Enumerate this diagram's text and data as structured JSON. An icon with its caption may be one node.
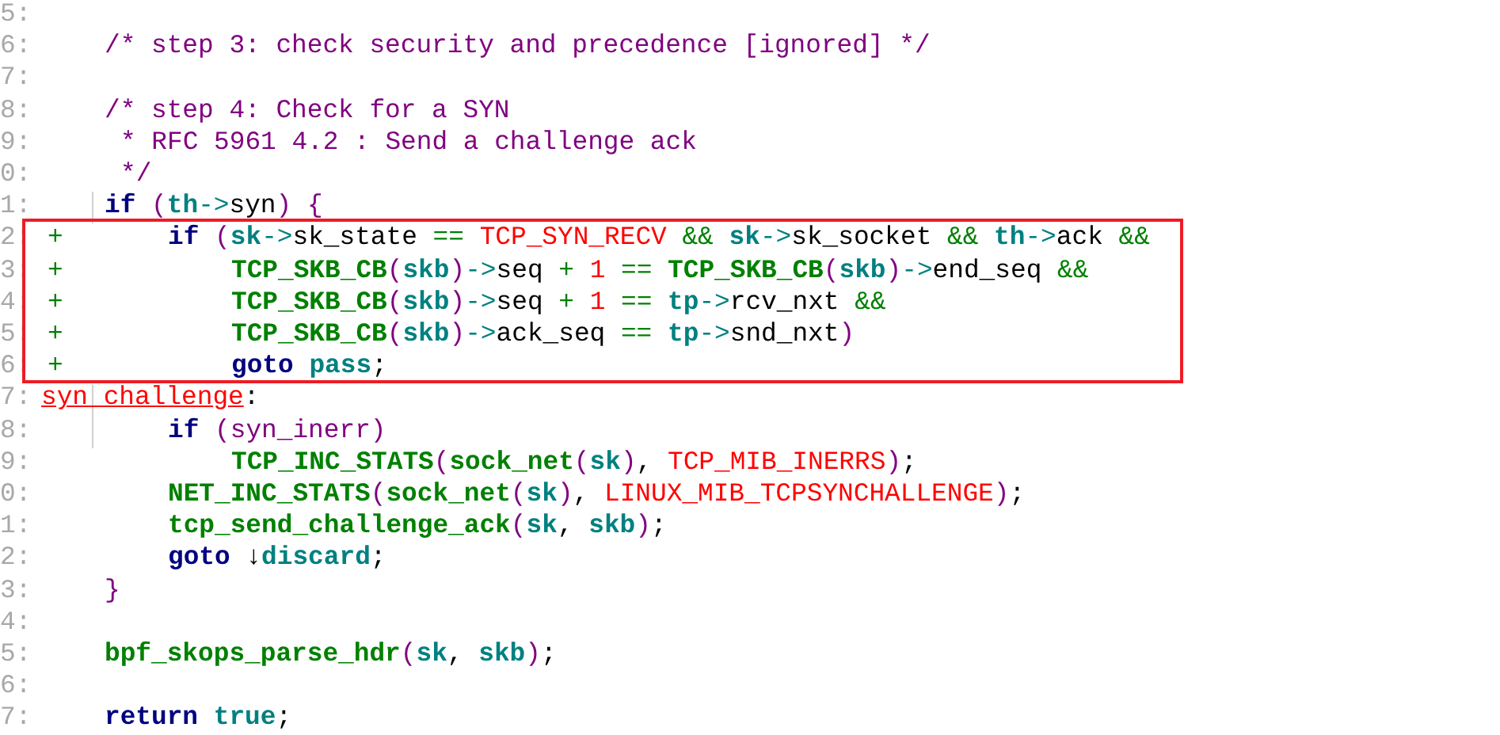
{
  "diagram": {
    "nodes": [
      {
        "text": [
          "if (sk->sk_state == TCP_SYN_RECV && sk->sk_socket && th->ack &&",
          "TCP_SKB_CB(skb)->seq + 1 == TCP_SKB_CB(skb)->end_seq &&",
          "TCP_SKB_CB(skb)->seq + 1 == tp->rcv_nxt &&",
          "TCP_SKB_CB(skb)->ack_seq == tp->snd_nxt)",
          "goto pass;"
        ]
      }
    ],
    "labels": [
      "5:",
      "6:",
      "/* step 3: check security and precedence [ignored] */",
      "7:",
      "8:",
      "/* step 4: Check for a SYN",
      "9:",
      "* RFC 5961 4.2 : Send a challenge ack",
      "0:",
      "*/",
      "1:",
      "if (th->syn) {",
      "2:",
      "+",
      "3:",
      "+",
      "4:",
      "+",
      "5:",
      "+",
      "6:",
      "+",
      "7:",
      "syn_challenge:",
      "8:",
      "if (syn_inerr)",
      "9:",
      "TCP_INC_STATS(sock_net(sk), TCP_MIB_INERRS);",
      "0:",
      "NET_INC_STATS(sock_net(sk), LINUX_MIB_TCPSYNCHALLENGE);",
      "1:",
      "tcp_send_challenge_ack(sk, skb);",
      "2:",
      "goto ↓discard;",
      "3:",
      "}",
      "4:",
      "5:",
      "bpf_skops_parse_hdr(sk, skb);",
      "6:",
      "7:",
      "return true;"
    ]
  }
}
